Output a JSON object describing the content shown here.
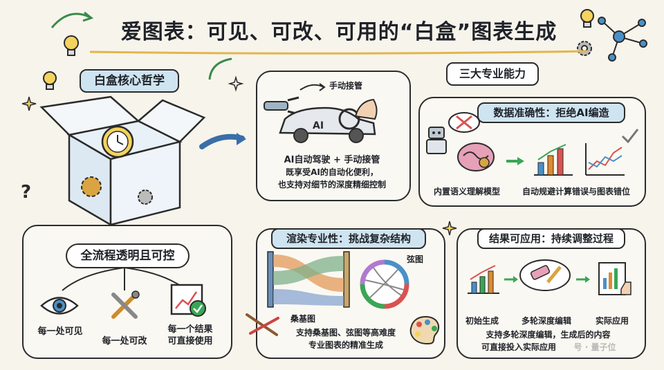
{
  "title": "爱图表：可见、可改、可用的“白盒”图表生成",
  "left": {
    "header": "白盒核心哲学",
    "process_label": "全流程透明且可控",
    "items": [
      {
        "label": "每一处可见",
        "icon": "eye-icon"
      },
      {
        "label": "每一处可改",
        "icon": "tools-icon"
      },
      {
        "label": "每一个结果",
        "label2": "可直接使用",
        "icon": "chart-check-icon"
      }
    ]
  },
  "auto": {
    "arrow_label": "手动接管",
    "car_text": "AI",
    "line1": "AI自动驾驶 + 手动接管",
    "line2": "既享受AI的自动化便利，",
    "line3": "也支持对细节的深度精细控制"
  },
  "abilities": {
    "header": "三大专业能力",
    "accuracy": {
      "title": "数据准确性：拒绝AI编造",
      "cap_left": "内置语义理解模型",
      "cap_right": "自动规避计算错误与图表错位"
    },
    "render": {
      "title": "渲染专业性：挑战复杂结构",
      "sankey": "桑基图",
      "chord": "弦图",
      "desc1": "支持桑基图、弦图等高难度",
      "desc2": "专业图表的精准生成"
    },
    "apply": {
      "title": "结果可应用：持续调整过程",
      "steps": [
        "初始生成",
        "多轮深度编辑",
        "实际应用"
      ],
      "desc1": "支持多轮深度编辑，生成后的内容",
      "desc2": "可直接投入实际应用"
    }
  },
  "watermark": "号 · 量子位",
  "colors": {
    "accent_blue": "#cfe4f1",
    "ink": "#2b2b2b",
    "green": "#3aa655",
    "orange": "#e08a2e",
    "red": "#d9534f"
  }
}
